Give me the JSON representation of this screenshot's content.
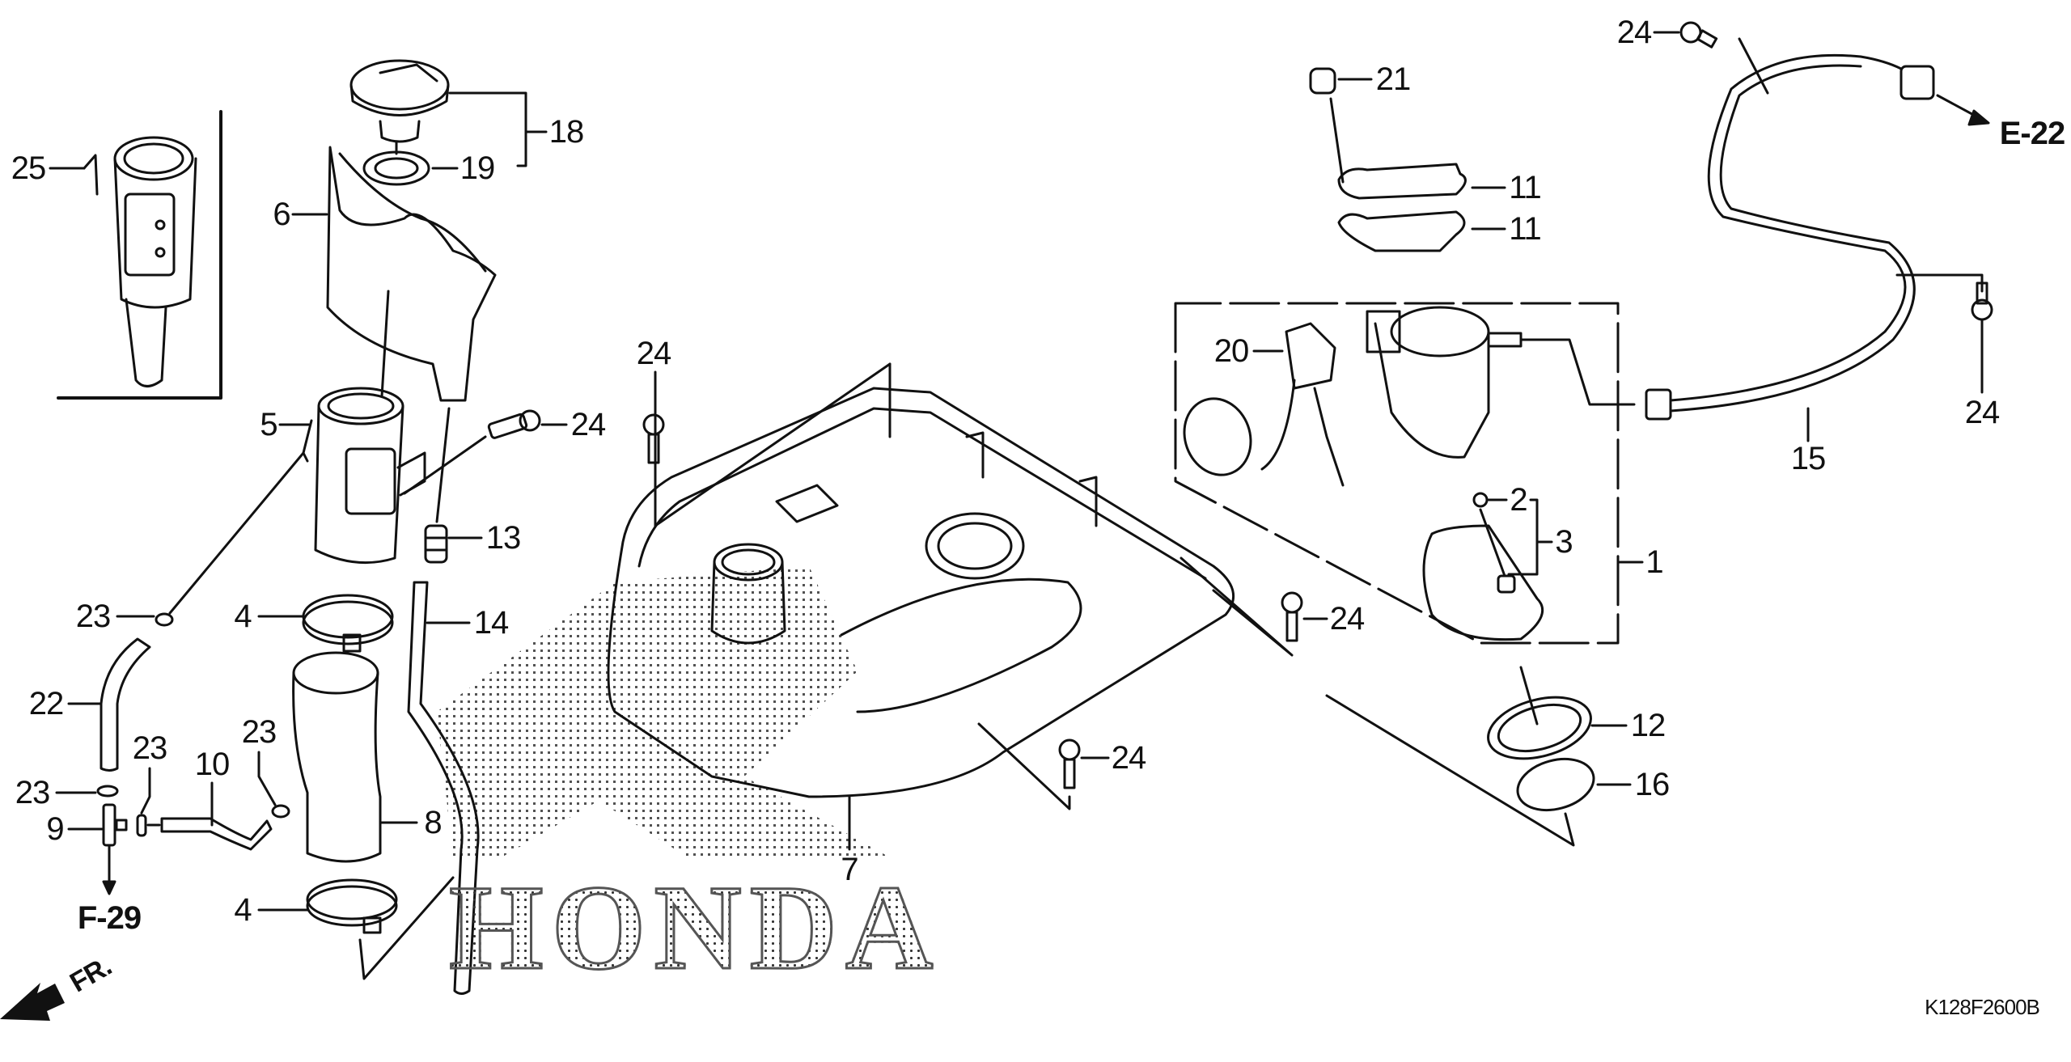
{
  "diagram": {
    "title": "Fuel tank assembly exploded view",
    "code": "K128F2600B",
    "watermark": "HONDA",
    "front_indicator": "FR.",
    "refs": [
      {
        "id": "ref-f29",
        "text": "F-29"
      },
      {
        "id": "ref-e22",
        "text": "E-22"
      }
    ],
    "callouts": [
      {
        "id": "c25",
        "text": "25"
      },
      {
        "id": "c18",
        "text": "18"
      },
      {
        "id": "c19",
        "text": "19"
      },
      {
        "id": "c6",
        "text": "6"
      },
      {
        "id": "c5",
        "text": "5"
      },
      {
        "id": "c24a",
        "text": "24"
      },
      {
        "id": "c13",
        "text": "13"
      },
      {
        "id": "c14",
        "text": "14"
      },
      {
        "id": "c23a",
        "text": "23"
      },
      {
        "id": "c4a",
        "text": "4"
      },
      {
        "id": "c22",
        "text": "22"
      },
      {
        "id": "c23b",
        "text": "23"
      },
      {
        "id": "c23c",
        "text": "23"
      },
      {
        "id": "c23d",
        "text": "23"
      },
      {
        "id": "c10",
        "text": "10"
      },
      {
        "id": "c9",
        "text": "9"
      },
      {
        "id": "c8",
        "text": "8"
      },
      {
        "id": "c4b",
        "text": "4"
      },
      {
        "id": "c7",
        "text": "7"
      },
      {
        "id": "c24b",
        "text": "24"
      },
      {
        "id": "c24c",
        "text": "24"
      },
      {
        "id": "c24d",
        "text": "24"
      },
      {
        "id": "c21",
        "text": "21"
      },
      {
        "id": "c11a",
        "text": "11"
      },
      {
        "id": "c11b",
        "text": "11"
      },
      {
        "id": "c24e",
        "text": "24"
      },
      {
        "id": "c20",
        "text": "20"
      },
      {
        "id": "c2",
        "text": "2"
      },
      {
        "id": "c3",
        "text": "3"
      },
      {
        "id": "c1",
        "text": "1"
      },
      {
        "id": "c15",
        "text": "15"
      },
      {
        "id": "c24f",
        "text": "24"
      },
      {
        "id": "c12",
        "text": "12"
      },
      {
        "id": "c16",
        "text": "16"
      }
    ],
    "colors": {
      "ink": "#111111",
      "paper": "#ffffff",
      "stipple": "#333333"
    }
  }
}
